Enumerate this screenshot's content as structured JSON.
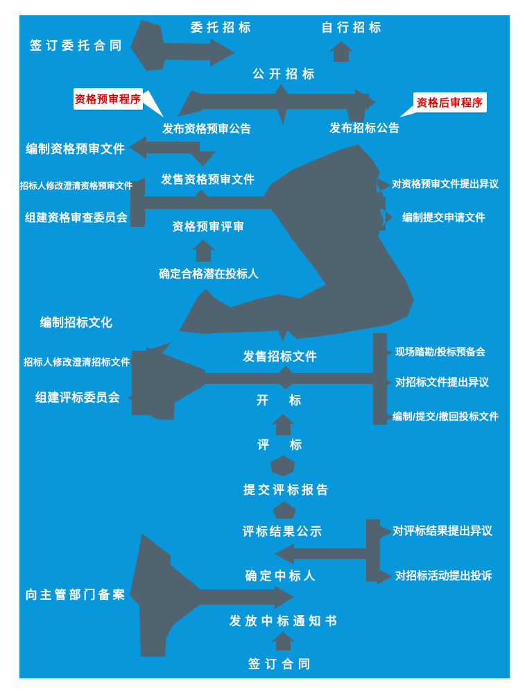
{
  "colors": {
    "panel_blue": "#0997db",
    "arrow_gray": "#50636f",
    "label_white": "#ffffff",
    "callout_red": "#e00000",
    "callout_bg": "#ffffff"
  },
  "callouts": {
    "left": {
      "label": "资格预审程序"
    },
    "right": {
      "label": "资格后审程序"
    }
  },
  "nodes": [
    {
      "label": "签订委托合同"
    },
    {
      "label": "委托招标"
    },
    {
      "label": "自行招标"
    },
    {
      "label": "公开招标"
    },
    {
      "label": "发布资格预审公告"
    },
    {
      "label": "发布招标公告"
    },
    {
      "label": "编制资格预审文件"
    },
    {
      "label": "发售资格预审文件"
    },
    {
      "label": "招标人修改澄清资格预审文件"
    },
    {
      "label": "对资格预审文件提出异议"
    },
    {
      "label": "组建资格审查委员会"
    },
    {
      "label": "资格预审评审"
    },
    {
      "label": "编制提交申请文件"
    },
    {
      "label": "确定合格潜在投标人"
    },
    {
      "label": "编制招标文化"
    },
    {
      "label": "招标人修改澄清招标文件"
    },
    {
      "label": "发售招标文件"
    },
    {
      "label": "现场踏勘/投标预备会"
    },
    {
      "label": "对招标文件提出异议"
    },
    {
      "label": "组建评标委员会"
    },
    {
      "label": "编制/提交/撤回投标文件"
    },
    {
      "label": "开标"
    },
    {
      "label": "评标"
    },
    {
      "label": "提交评标报告"
    },
    {
      "label": "评标结果公示"
    },
    {
      "label": "对评标结果提出异议"
    },
    {
      "label": "确定中标人"
    },
    {
      "label": "对招标活动提出投诉"
    },
    {
      "label": "向主管部门备案"
    },
    {
      "label": "发放中标通知书"
    },
    {
      "label": "签订合同"
    }
  ]
}
